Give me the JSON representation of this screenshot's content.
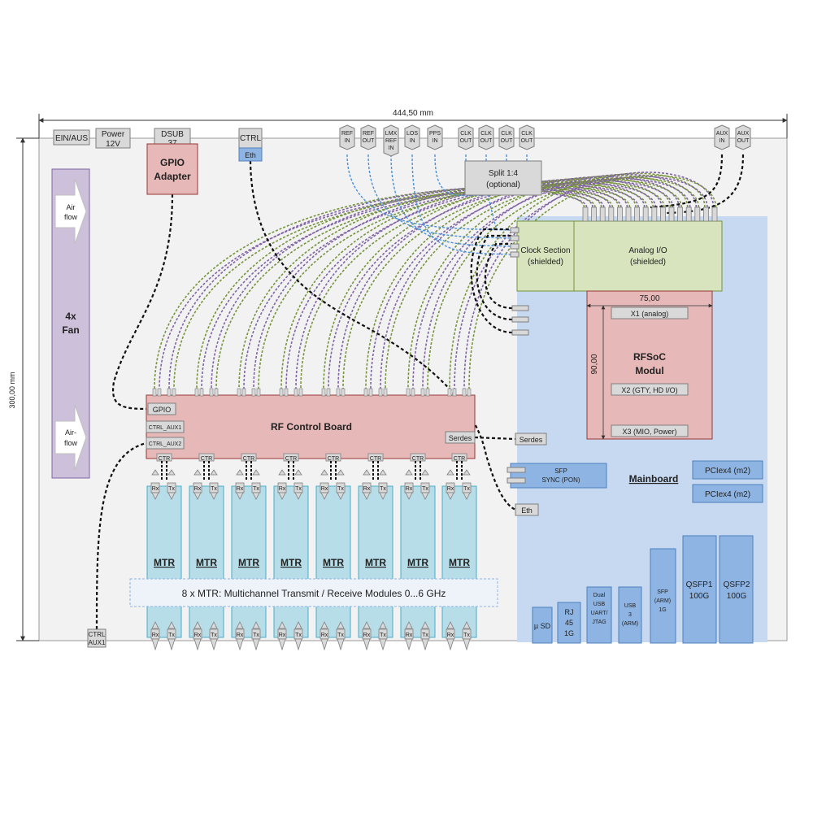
{
  "dimensions": {
    "width": "444,50 mm",
    "height": "300,00 mm"
  },
  "connectors_top": {
    "ein_aus": "EIN/AUS",
    "power": [
      "Power",
      "12V"
    ],
    "dsub": [
      "DSUB",
      "37"
    ],
    "ctrl": "CTRL",
    "eth": "Eth",
    "ref_in": [
      "REF",
      "IN"
    ],
    "ref_out": [
      "REF",
      "OUT"
    ],
    "lmx_ref_in": [
      "LMX",
      "REF",
      "IN"
    ],
    "los_in": [
      "LOS",
      "IN"
    ],
    "pps_in": [
      "PPS",
      "IN"
    ],
    "clk_out": [
      "CLK",
      "OUT"
    ],
    "aux_in": [
      "AUX",
      "IN"
    ],
    "aux_out": [
      "AUX",
      "OUT"
    ]
  },
  "gpio_adapter": [
    "GPIO",
    "Adapter"
  ],
  "fan": {
    "label": [
      "4x",
      "Fan"
    ],
    "airflow_top": [
      "Air",
      "flow"
    ],
    "airflow_bottom": [
      "Air-",
      "flow"
    ]
  },
  "split": [
    "Split 1:4",
    "(optional)"
  ],
  "clock_section": [
    "Clock Section",
    "(shielded)"
  ],
  "analog_io": [
    "Analog I/O",
    "(shielded)"
  ],
  "rfsoc": {
    "title": [
      "RFSoC",
      "Modul"
    ],
    "width_dim": "75,00",
    "height_dim": "90,00",
    "x1": "X1 (analog)",
    "x2": "X2 (GTY, HD I/O)",
    "x3": "X3 (MIO, Power)"
  },
  "rf_control_board": {
    "title": "RF Control Board",
    "gpio": "GPIO",
    "ctrl_aux1": "CTRL_AUX1",
    "ctrl_aux2": "CTRL_AUX2",
    "serdes": "Serdes"
  },
  "serdes_port": "Serdes",
  "eth_port": "Eth",
  "mtr": {
    "label": "MTR",
    "ctr": "CTR",
    "rx": "Rx",
    "tx": "Tx",
    "banner": "8 x MTR: Multichannel Transmit / Receive Modules 0...6 GHz"
  },
  "ctrl_aux1_bottom": [
    "CTRL",
    "AUX1"
  ],
  "mainboard": {
    "title": "Mainboard",
    "sfp_sync": [
      "SFP",
      "SYNC (PON)"
    ],
    "pciex4_a": "PCIex4 (m2)",
    "pciex4_b": "PCIex4 (m2)",
    "usd": "µ SD",
    "rj45": [
      "RJ",
      "45",
      "1G"
    ],
    "dual_usb": [
      "Dual",
      "USB",
      "UART/",
      "JTAG"
    ],
    "usb3": [
      "USB",
      "3",
      "(ARM)"
    ],
    "sfp_arm": [
      "SFP",
      "(ARM)",
      "1G"
    ],
    "qsfp1": [
      "QSFP1",
      "100G"
    ],
    "qsfp2": [
      "QSFP2",
      "100G"
    ]
  },
  "colors": {
    "chassis": "#f2f2f2",
    "mainboard": "#c6d9f1",
    "rf_board": "#e6b8b7",
    "mtr": "#b7dde8",
    "analog": "#d7e4bd",
    "fan": "#ccc0da",
    "port_blue": "#8eb4e3",
    "wire_green": "#77933c",
    "wire_purple": "#8064a2",
    "wire_blue": "#4a90d9"
  }
}
